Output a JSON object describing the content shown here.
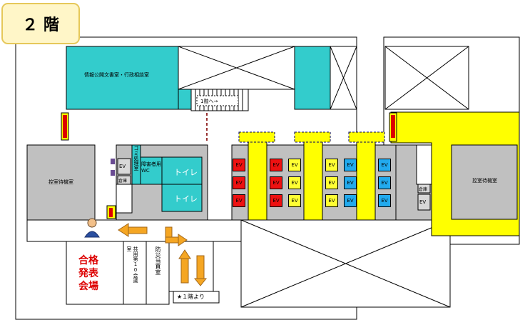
{
  "floor": {
    "label": "２ 階"
  },
  "rooms": {
    "info_room": "情報公開文書室・行政相談室",
    "left_waiting": "控室待機室",
    "right_waiting": "控室待機室",
    "trash": "ゴミ処理室",
    "accessible_wc": "障害者用WC",
    "toilet_upper": "トイレ",
    "toilet_lower": "トイレ",
    "results_venue": "合格\n発表\n会場",
    "shared_room": "共用第10会議室",
    "disaster_room": "防災当直室",
    "stairs_down_label": "1階へ→",
    "from_first_floor": "★１階より",
    "storage_small": "倉庫"
  },
  "elevator_label": "EV",
  "elevators": [
    {
      "color": "red"
    },
    {
      "color": "red"
    },
    {
      "color": "red"
    },
    {
      "color": "red"
    },
    {
      "color": "red"
    },
    {
      "color": "red"
    },
    {
      "color": "yellow"
    },
    {
      "color": "yellow"
    },
    {
      "color": "yellow"
    },
    {
      "color": "yellow"
    },
    {
      "color": "yellow"
    },
    {
      "color": "yellow"
    },
    {
      "color": "blue"
    },
    {
      "color": "blue"
    },
    {
      "color": "blue"
    },
    {
      "color": "blue"
    },
    {
      "color": "blue"
    },
    {
      "color": "blue"
    }
  ],
  "colors": {
    "teal": "#33cccc",
    "yellow": "#ffff00",
    "gray": "#c0c0c0",
    "dark_gray": "#a9a9a9",
    "ev_red": "#ee1111",
    "ev_yellow": "#ffff33",
    "ev_blue": "#22aaee",
    "arrow_orange": "#f5a623",
    "venue_red": "#dd0000",
    "marker_red": "#dd0000"
  },
  "icons": [
    "person-icon",
    "arrow-left-icon",
    "arrow-down-right-icon",
    "arrow-up-icon",
    "arrow-down-icon",
    "star-icon"
  ]
}
